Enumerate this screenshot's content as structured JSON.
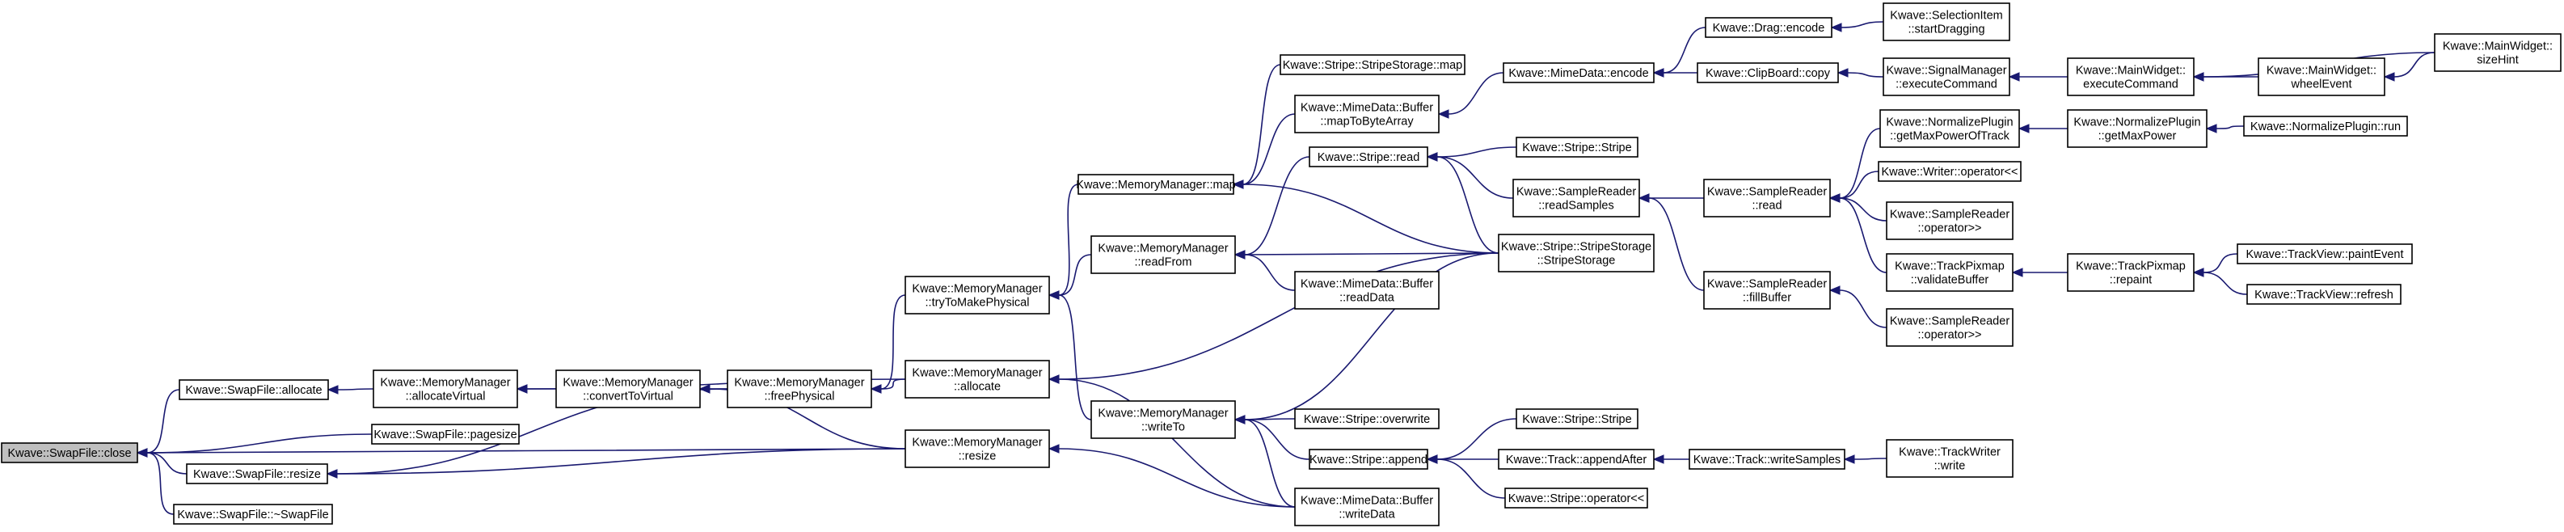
{
  "colors": {
    "edge": "#191970",
    "node_border": "#000000",
    "focus_fill": "#bfbfbf",
    "node_fill": "#ffffff"
  },
  "nodes": [
    {
      "id": "swapfile_close",
      "lines": [
        "Kwave::SwapFile::close"
      ],
      "focus": true
    },
    {
      "id": "swapfile_allocate",
      "lines": [
        "Kwave::SwapFile::allocate"
      ]
    },
    {
      "id": "swapfile_resize",
      "lines": [
        "Kwave::SwapFile::resize"
      ]
    },
    {
      "id": "swapfile_dtor",
      "lines": [
        "Kwave::SwapFile::~SwapFile"
      ]
    },
    {
      "id": "mm_allocateVirtual",
      "lines": [
        "Kwave::MemoryManager",
        "::allocateVirtual"
      ]
    },
    {
      "id": "swapfile_pagesize",
      "lines": [
        "Kwave::SwapFile::pagesize"
      ]
    },
    {
      "id": "mm_convertToVirtual",
      "lines": [
        "Kwave::MemoryManager",
        "::convertToVirtual"
      ]
    },
    {
      "id": "mm_freePhysical",
      "lines": [
        "Kwave::MemoryManager",
        "::freePhysical"
      ]
    },
    {
      "id": "mm_tryToMakePhysical",
      "lines": [
        "Kwave::MemoryManager",
        "::tryToMakePhysical"
      ]
    },
    {
      "id": "mm_allocate",
      "lines": [
        "Kwave::MemoryManager",
        "::allocate"
      ]
    },
    {
      "id": "mm_resize",
      "lines": [
        "Kwave::MemoryManager",
        "::resize"
      ]
    },
    {
      "id": "mm_map",
      "lines": [
        "Kwave::MemoryManager::map"
      ]
    },
    {
      "id": "mm_readFrom",
      "lines": [
        "Kwave::MemoryManager",
        "::readFrom"
      ]
    },
    {
      "id": "mm_writeTo",
      "lines": [
        "Kwave::MemoryManager",
        "::writeTo"
      ]
    },
    {
      "id": "stripestorage_map",
      "lines": [
        "Kwave::Stripe::StripeStorage::map"
      ]
    },
    {
      "id": "mimebuffer_mapToByteArray",
      "lines": [
        "Kwave::MimeData::Buffer",
        "::mapToByteArray"
      ]
    },
    {
      "id": "stripe_read",
      "lines": [
        "Kwave::Stripe::read"
      ]
    },
    {
      "id": "mimebuffer_readData",
      "lines": [
        "Kwave::MimeData::Buffer",
        "::readData"
      ]
    },
    {
      "id": "stripe_overwrite",
      "lines": [
        "Kwave::Stripe::overwrite"
      ]
    },
    {
      "id": "stripe_append",
      "lines": [
        "Kwave::Stripe::append"
      ]
    },
    {
      "id": "mimebuffer_writeData",
      "lines": [
        "Kwave::MimeData::Buffer",
        "::writeData"
      ]
    },
    {
      "id": "mimedata_encode",
      "lines": [
        "Kwave::MimeData::encode"
      ]
    },
    {
      "id": "stripe_ctor1",
      "lines": [
        "Kwave::Stripe::Stripe"
      ]
    },
    {
      "id": "samplereader_readSamples",
      "lines": [
        "Kwave::SampleReader",
        "::readSamples"
      ]
    },
    {
      "id": "stripestorage_ctor",
      "lines": [
        "Kwave::Stripe::StripeStorage",
        "::StripeStorage"
      ]
    },
    {
      "id": "stripe_ctor2",
      "lines": [
        "Kwave::Stripe::Stripe"
      ]
    },
    {
      "id": "track_appendAfter",
      "lines": [
        "Kwave::Track::appendAfter"
      ]
    },
    {
      "id": "stripe_opshift",
      "lines": [
        "Kwave::Stripe::operator<<"
      ]
    },
    {
      "id": "drag_encode",
      "lines": [
        "Kwave::Drag::encode"
      ]
    },
    {
      "id": "clipboard_copy",
      "lines": [
        "Kwave::ClipBoard::copy"
      ]
    },
    {
      "id": "samplereader_read",
      "lines": [
        "Kwave::SampleReader",
        "::read"
      ]
    },
    {
      "id": "samplereader_fillBuffer",
      "lines": [
        "Kwave::SampleReader",
        "::fillBuffer"
      ]
    },
    {
      "id": "track_writeSamples",
      "lines": [
        "Kwave::Track::writeSamples"
      ]
    },
    {
      "id": "selectionitem_startDragging",
      "lines": [
        "Kwave::SelectionItem",
        "::startDragging"
      ]
    },
    {
      "id": "signalmanager_executeCommand",
      "lines": [
        "Kwave::SignalManager",
        "::executeCommand"
      ]
    },
    {
      "id": "normalize_getMaxPowerOfTrack",
      "lines": [
        "Kwave::NormalizePlugin",
        "::getMaxPowerOfTrack"
      ]
    },
    {
      "id": "writer_opshift",
      "lines": [
        "Kwave::Writer::operator<<"
      ]
    },
    {
      "id": "samplereader_opshr1",
      "lines": [
        "Kwave::SampleReader",
        "::operator>>"
      ]
    },
    {
      "id": "trackpixmap_validateBuffer",
      "lines": [
        "Kwave::TrackPixmap",
        "::validateBuffer"
      ]
    },
    {
      "id": "samplereader_opshr2",
      "lines": [
        "Kwave::SampleReader",
        "::operator>>"
      ]
    },
    {
      "id": "trackwriter_write",
      "lines": [
        "Kwave::TrackWriter",
        "::write"
      ]
    },
    {
      "id": "mainwidget_executeCommand",
      "lines": [
        "Kwave::MainWidget::",
        "executeCommand"
      ]
    },
    {
      "id": "normalize_getMaxPower",
      "lines": [
        "Kwave::NormalizePlugin",
        "::getMaxPower"
      ]
    },
    {
      "id": "trackpixmap_repaint",
      "lines": [
        "Kwave::TrackPixmap",
        "::repaint"
      ]
    },
    {
      "id": "mainwidget_wheelEvent",
      "lines": [
        "Kwave::MainWidget::",
        "wheelEvent"
      ]
    },
    {
      "id": "normalize_run",
      "lines": [
        "Kwave::NormalizePlugin::run"
      ]
    },
    {
      "id": "trackview_paintEvent",
      "lines": [
        "Kwave::TrackView::paintEvent"
      ]
    },
    {
      "id": "trackview_refresh",
      "lines": [
        "Kwave::TrackView::refresh"
      ]
    },
    {
      "id": "mainwidget_sizeHint",
      "lines": [
        "Kwave::MainWidget::",
        "sizeHint"
      ]
    }
  ],
  "edges": [
    [
      "swapfile_allocate",
      "swapfile_close"
    ],
    [
      "swapfile_resize",
      "swapfile_close"
    ],
    [
      "swapfile_dtor",
      "swapfile_close"
    ],
    [
      "swapfile_pagesize",
      "swapfile_close"
    ],
    [
      "mm_resize",
      "swapfile_close"
    ],
    [
      "mm_allocateVirtual",
      "swapfile_allocate"
    ],
    [
      "mm_resize",
      "swapfile_resize"
    ],
    [
      "mm_freePhysical",
      "swapfile_resize"
    ],
    [
      "mm_convertToVirtual",
      "mm_allocateVirtual"
    ],
    [
      "mm_allocate",
      "mm_allocateVirtual"
    ],
    [
      "mm_freePhysical",
      "mm_convertToVirtual"
    ],
    [
      "mm_resize",
      "mm_convertToVirtual"
    ],
    [
      "mm_tryToMakePhysical",
      "mm_freePhysical"
    ],
    [
      "mm_allocate",
      "mm_freePhysical"
    ],
    [
      "mm_map",
      "mm_tryToMakePhysical"
    ],
    [
      "mm_readFrom",
      "mm_tryToMakePhysical"
    ],
    [
      "stripestorage_map",
      "mm_map"
    ],
    [
      "mimebuffer_mapToByteArray",
      "mm_map"
    ],
    [
      "stripestorage_ctor",
      "mm_map"
    ],
    [
      "stripe_read",
      "mm_readFrom"
    ],
    [
      "stripestorage_ctor",
      "mm_readFrom"
    ],
    [
      "mimebuffer_readData",
      "mm_readFrom"
    ],
    [
      "stripestorage_ctor",
      "mm_allocate"
    ],
    [
      "mimebuffer_writeData",
      "mm_allocate"
    ],
    [
      "mimebuffer_writeData",
      "mm_resize"
    ],
    [
      "mm_writeTo",
      "mm_tryToMakePhysical"
    ],
    [
      "stripestorage_ctor",
      "mm_writeTo"
    ],
    [
      "stripe_overwrite",
      "mm_writeTo"
    ],
    [
      "stripe_append",
      "mm_writeTo"
    ],
    [
      "mimebuffer_writeData",
      "mm_writeTo"
    ],
    [
      "mimedata_encode",
      "mimebuffer_mapToByteArray"
    ],
    [
      "stripe_ctor1",
      "stripe_read"
    ],
    [
      "samplereader_readSamples",
      "stripe_read"
    ],
    [
      "stripestorage_ctor",
      "stripe_read"
    ],
    [
      "stripe_ctor2",
      "stripe_append"
    ],
    [
      "track_appendAfter",
      "stripe_append"
    ],
    [
      "stripe_opshift",
      "stripe_append"
    ],
    [
      "drag_encode",
      "mimedata_encode"
    ],
    [
      "clipboard_copy",
      "mimedata_encode"
    ],
    [
      "samplereader_read",
      "samplereader_readSamples"
    ],
    [
      "samplereader_fillBuffer",
      "samplereader_readSamples"
    ],
    [
      "track_writeSamples",
      "track_appendAfter"
    ],
    [
      "selectionitem_startDragging",
      "drag_encode"
    ],
    [
      "signalmanager_executeCommand",
      "clipboard_copy"
    ],
    [
      "normalize_getMaxPowerOfTrack",
      "samplereader_read"
    ],
    [
      "writer_opshift",
      "samplereader_read"
    ],
    [
      "samplereader_opshr1",
      "samplereader_read"
    ],
    [
      "trackpixmap_validateBuffer",
      "samplereader_read"
    ],
    [
      "samplereader_opshr2",
      "samplereader_fillBuffer"
    ],
    [
      "trackwriter_write",
      "track_writeSamples"
    ],
    [
      "mainwidget_executeCommand",
      "signalmanager_executeCommand"
    ],
    [
      "normalize_getMaxPower",
      "normalize_getMaxPowerOfTrack"
    ],
    [
      "trackpixmap_repaint",
      "trackpixmap_validateBuffer"
    ],
    [
      "mainwidget_wheelEvent",
      "mainwidget_executeCommand"
    ],
    [
      "mainwidget_sizeHint",
      "mainwidget_executeCommand"
    ],
    [
      "normalize_run",
      "normalize_getMaxPower"
    ],
    [
      "trackview_paintEvent",
      "trackpixmap_repaint"
    ],
    [
      "trackview_refresh",
      "trackpixmap_repaint"
    ],
    [
      "mainwidget_sizeHint",
      "mainwidget_wheelEvent"
    ]
  ]
}
